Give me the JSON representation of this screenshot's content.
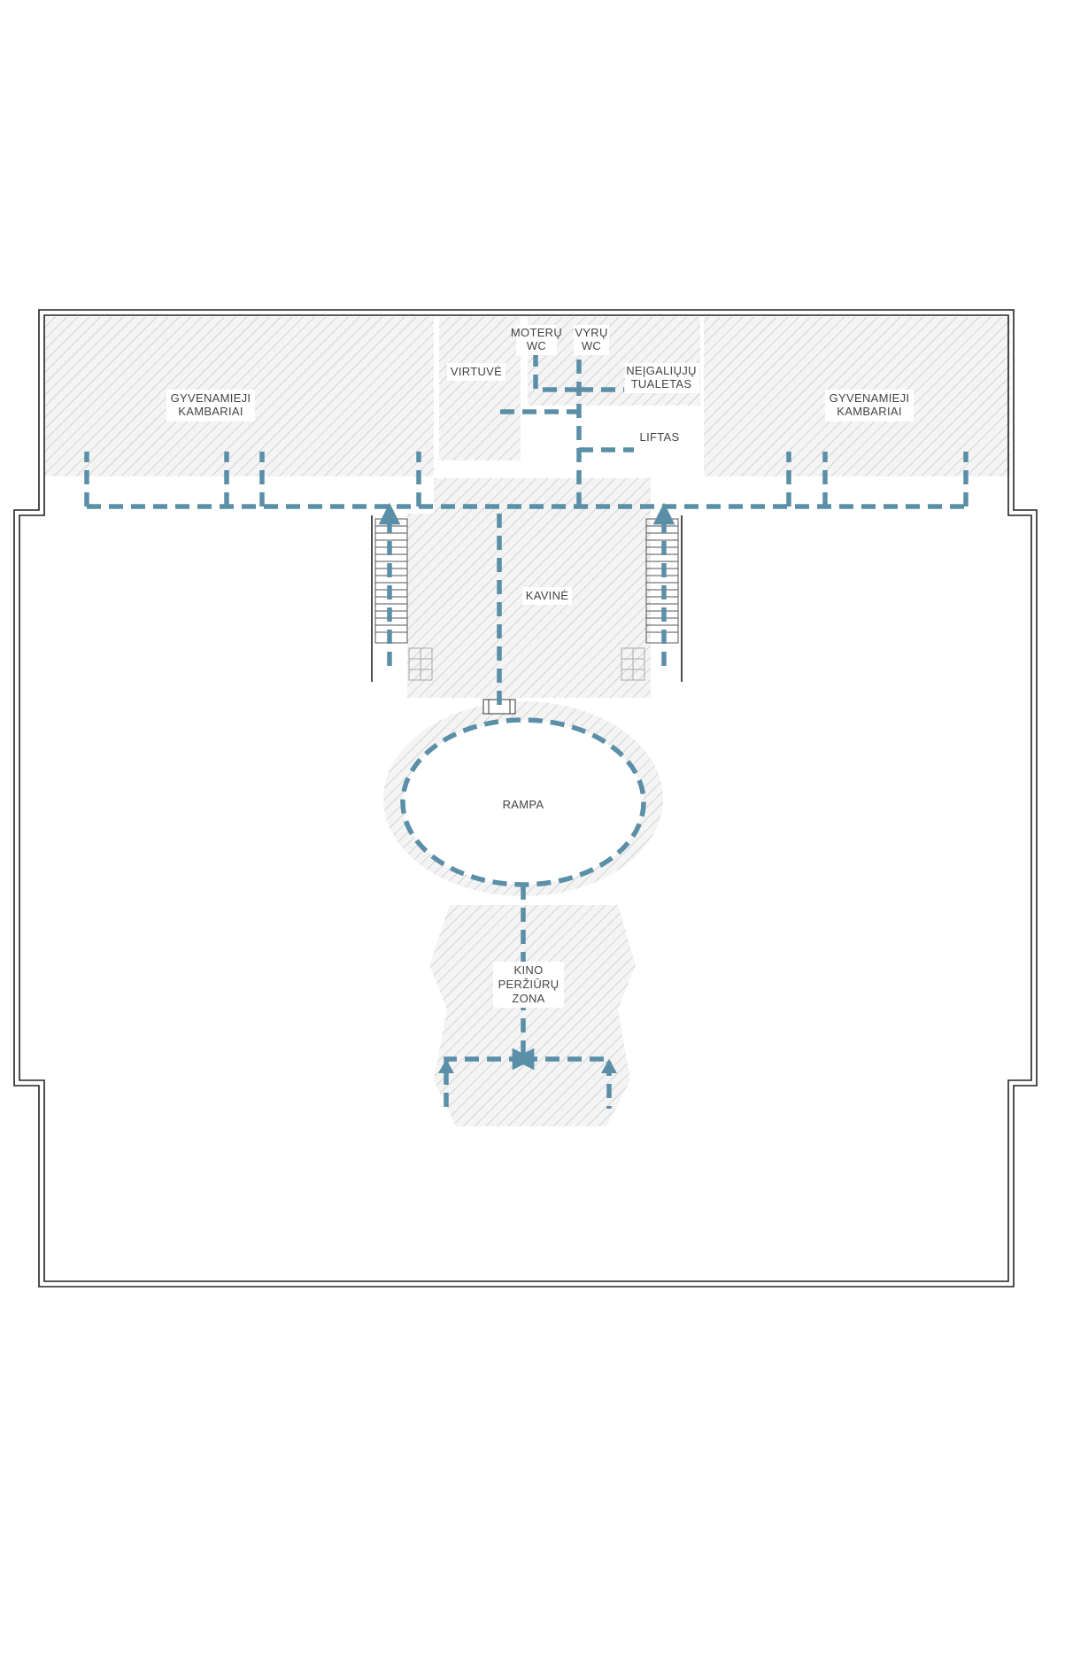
{
  "labels": {
    "living_left_1": "GYVENAMIEJI",
    "living_left_2": "KAMBARIAI",
    "living_right_1": "GYVENAMIEJI",
    "living_right_2": "KAMBARIAI",
    "kitchen": "VIRTUVĖ",
    "womens_wc_1": "MOTERŲ",
    "womens_wc_2": "WC",
    "mens_wc_1": "VYRŲ",
    "mens_wc_2": "WC",
    "accessible_wc_1": "NEĮGALIŲJŲ",
    "accessible_wc_2": "TUALETAS",
    "elevator": "LIFTAS",
    "cafe": "KAVINĖ",
    "ramp": "RAMPA",
    "cinema_1": "KINO",
    "cinema_2": "PERŽIŪRŲ",
    "cinema_3": "ZONA"
  },
  "colors": {
    "route": "#5b8fa8",
    "wall": "#222222",
    "hatch": "#c9c9c9",
    "hatch_bg": "#f4f4f4"
  }
}
